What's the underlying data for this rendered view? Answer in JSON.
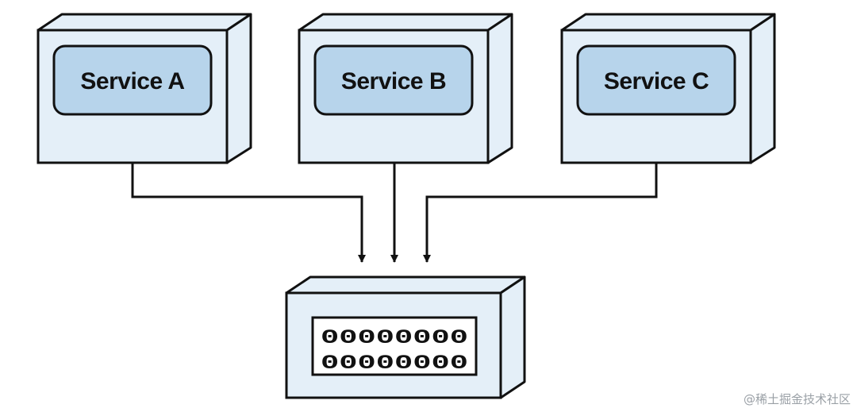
{
  "services": [
    {
      "label": "Service A"
    },
    {
      "label": "Service B"
    },
    {
      "label": "Service C"
    }
  ],
  "storage": {
    "rows": [
      "00000000",
      "00000000"
    ]
  },
  "watermark": "@稀土掘金技术社区",
  "colors": {
    "box_fill": "#e4eff8",
    "label_fill": "#b7d4eb",
    "stroke": "#111111",
    "background": "#ffffff"
  }
}
